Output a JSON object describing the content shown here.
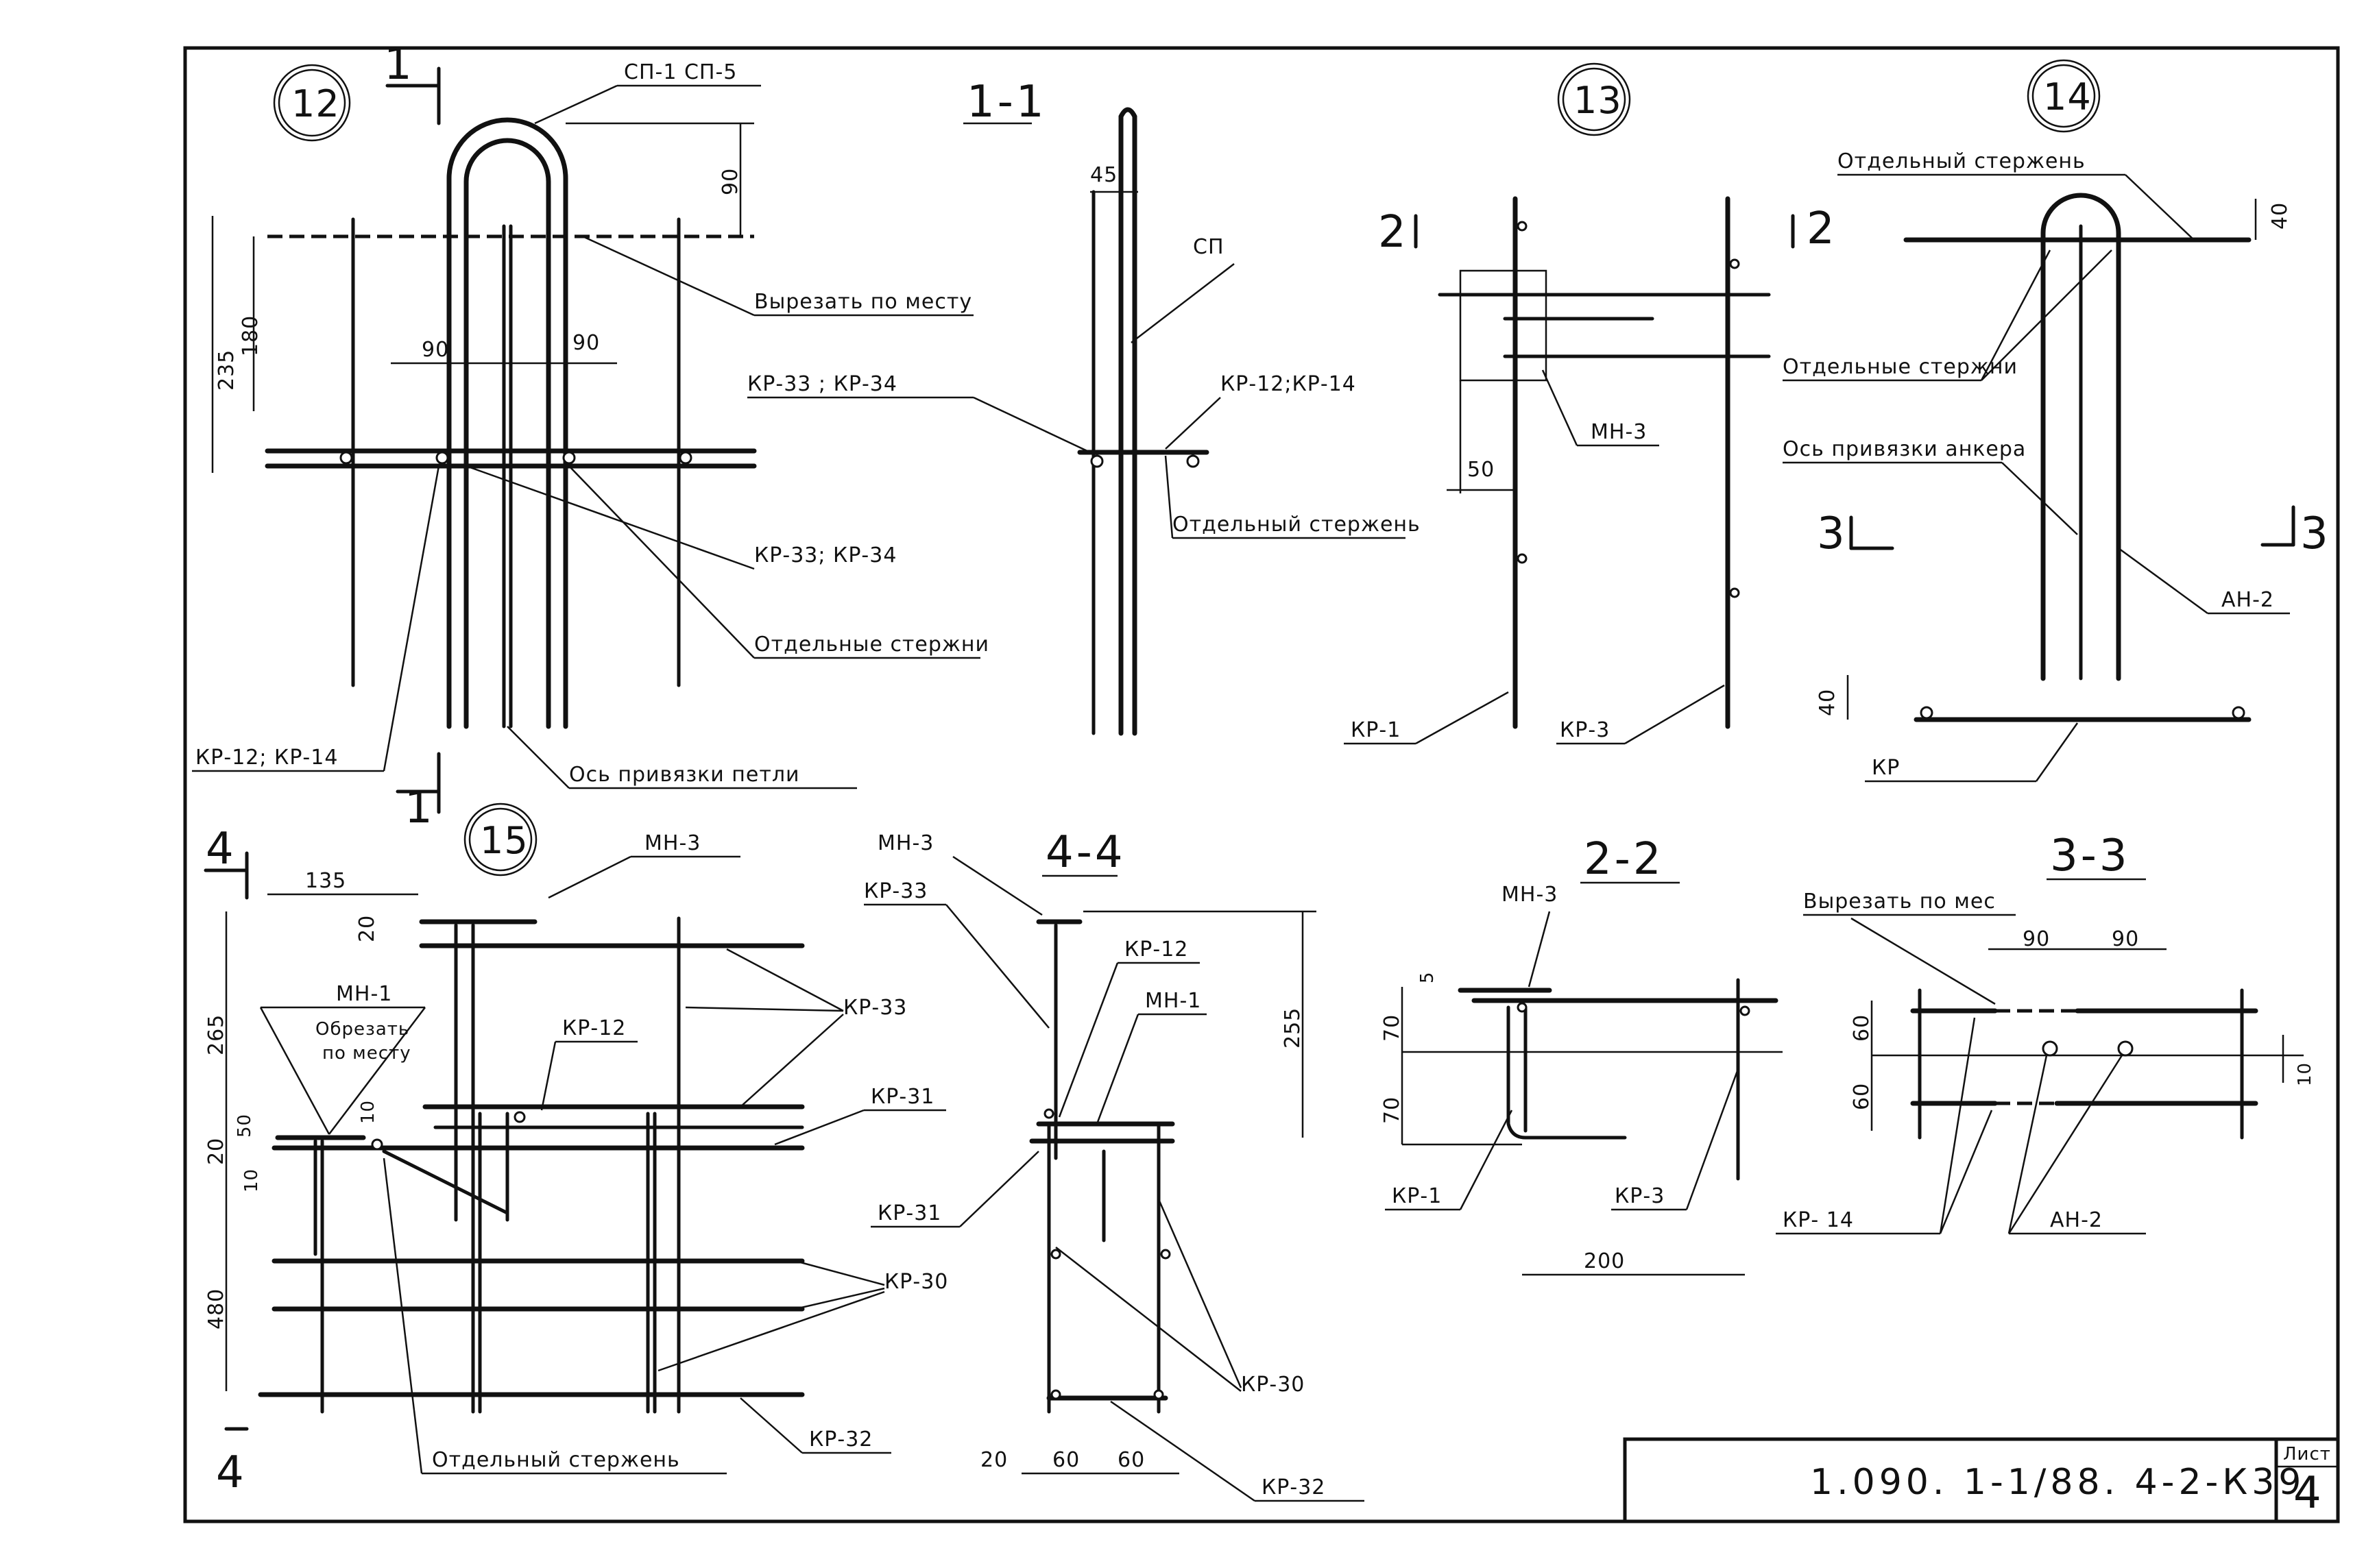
{
  "views": {
    "v12": {
      "num": "12",
      "sec_mark": "1",
      "label_sp": "СП-1 СП-5",
      "dim_90": "90",
      "dim_235": "235",
      "dim_180": "180",
      "dim_90a": "90",
      "dim_90b": "90",
      "lbl_cut": "Вырезать по месту",
      "lbl_kr33_a": "КР-33 ; КР-34",
      "lbl_kr33_b": "КР-33; КР-34",
      "lbl_rods": "Отдельные стержни",
      "lbl_kr12": "КР-12; КР-14",
      "lbl_axis": "Ось привязки петли"
    },
    "s11": {
      "title": "1-1",
      "dim_45": "45",
      "lbl_sp": "СП",
      "lbl_kr12": "КР-12;КР-14",
      "lbl_rod": "Отдельный стержень"
    },
    "v13": {
      "num": "13",
      "sec_mark_l": "2",
      "sec_mark_r": "2",
      "lbl_mn3": "МН-3",
      "dim_50": "50",
      "lbl_kr1": "КР-1",
      "lbl_kr3": "КР-3"
    },
    "v14": {
      "num": "14",
      "lbl_rod": "Отдельный стержень",
      "lbl_rods": "Отдельные стержни",
      "lbl_axis": "Ось привязки анкера",
      "sec_mark_l": "3",
      "sec_mark_r": "3",
      "dim_40a": "40",
      "dim_40b": "40",
      "lbl_an2": "АН-2",
      "lbl_kr": "КР"
    },
    "v15": {
      "num": "15",
      "sec_mark": "4",
      "dim_135": "135",
      "dim_20": "20",
      "dim_265": "265",
      "dim_20b": "20",
      "dim_50": "50",
      "dim_10": "10",
      "dim_10b": "10",
      "dim_480": "480",
      "lbl_mn3": "МН-3",
      "lbl_mn1": "МН-1",
      "lbl_cut1": "Обрезать",
      "lbl_cut2": "по месту",
      "lbl_kr12": "КР-12",
      "lbl_kr33": "КР-33",
      "lbl_kr31": "КР-31",
      "lbl_kr30": "КР-30",
      "lbl_kr32": "КР-32",
      "lbl_rod": "Отдельный стержень"
    },
    "s44": {
      "title": "4-4",
      "lbl_mn3": "МН-3",
      "lbl_kr33": "КР-33",
      "lbl_kr12": "КР-12",
      "lbl_mn1": "МН-1",
      "dim_255": "255",
      "lbl_kr31": "КР-31",
      "lbl_kr30": "КР-30",
      "lbl_kr32": "КР-32",
      "dim_20": "20",
      "dim_60a": "60",
      "dim_60b": "60"
    },
    "s22": {
      "title": "2-2",
      "lbl_mn3": "МН-3",
      "dim_5": "5",
      "dim_70a": "70",
      "dim_70b": "70",
      "lbl_kr1": "КР-1",
      "lbl_kr3": "КР-3",
      "dim_200": "200"
    },
    "s33": {
      "title": "3-3",
      "lbl_cut": "Вырезать по мес",
      "dim_90a": "90",
      "dim_90b": "90",
      "dim_60a": "60",
      "dim_60b": "60",
      "dim_10": "10",
      "lbl_kr14": "КР- 14",
      "lbl_an2": "АН-2"
    }
  },
  "stamp": {
    "code": "1.090. 1-1/88. 4-2-К39",
    "sheet_label": "Лист",
    "sheet_no": "4"
  }
}
